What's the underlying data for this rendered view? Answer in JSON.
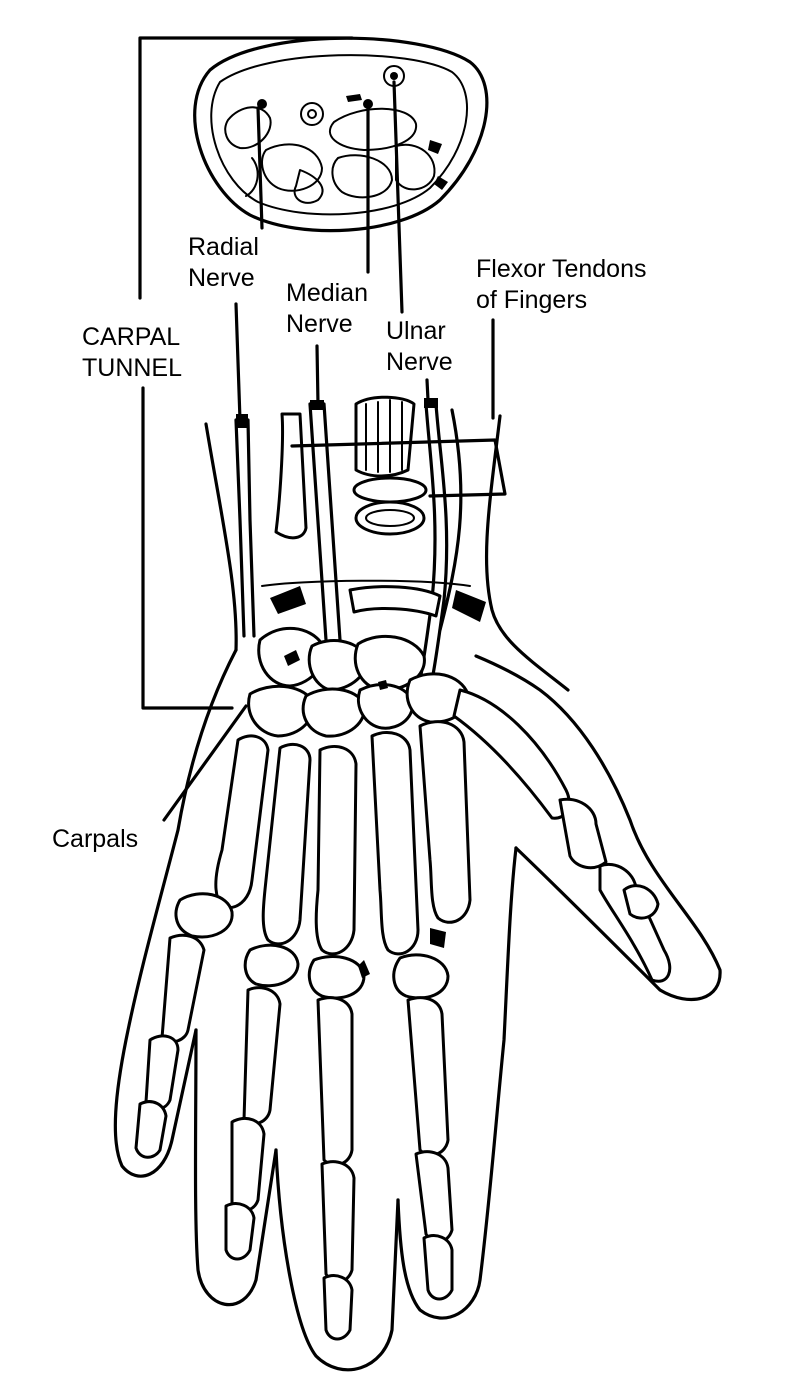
{
  "labels": {
    "radial_nerve": [
      "Radial",
      "Nerve"
    ],
    "median_nerve": [
      "Median",
      "Nerve"
    ],
    "ulnar_nerve": [
      "Ulnar",
      "Nerve"
    ],
    "flexor_tendons": [
      "Flexor Tendons",
      "of Fingers"
    ],
    "carpal_tunnel": [
      "CARPAL",
      "TUNNEL"
    ],
    "carpals": "Carpals"
  },
  "colors": {
    "ink": "#000000",
    "background": "#ffffff"
  }
}
